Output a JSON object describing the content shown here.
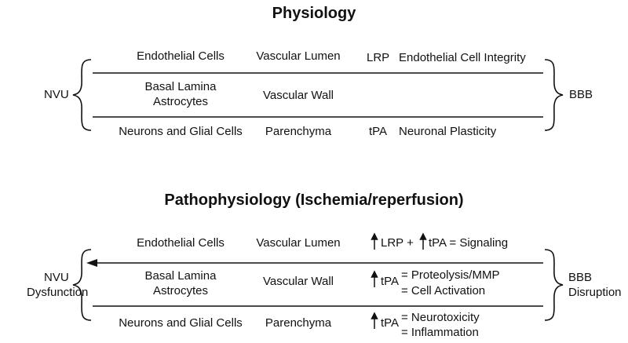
{
  "physiology": {
    "title": "Physiology",
    "left_label": "NVU",
    "right_label": "BBB",
    "rows": [
      {
        "cells": "Endothelial Cells",
        "location": "Vascular Lumen",
        "agent": "LRP",
        "effect": "Endothelial Cell Integrity"
      },
      {
        "cells_line1": "Basal Lamina",
        "cells_line2": "Astrocytes",
        "location": "Vascular Wall"
      },
      {
        "cells": "Neurons and Glial Cells",
        "location": "Parenchyma",
        "agent": "tPA",
        "effect": "Neuronal Plasticity"
      }
    ]
  },
  "pathophysiology": {
    "title": "Pathophysiology (Ischemia/reperfusion)",
    "left_label_line1": "NVU",
    "left_label_line2": "Dysfunction",
    "right_label_line1": "BBB",
    "right_label_line2": "Disruption",
    "rows": [
      {
        "cells": "Endothelial Cells",
        "location": "Vascular Lumen",
        "effect_a": "LRP +",
        "effect_b": "tPA = Signaling"
      },
      {
        "cells_line1": "Basal Lamina",
        "cells_line2": "Astrocytes",
        "location": "Vascular Wall",
        "agent": "tPA",
        "effect_line1": "= Proteolysis/MMP",
        "effect_line2": "= Cell Activation"
      },
      {
        "cells": "Neurons and Glial Cells",
        "location": "Parenchyma",
        "agent": "tPA",
        "effect_line1": "= Neurotoxicity",
        "effect_line2": "= Inflammation"
      }
    ]
  }
}
